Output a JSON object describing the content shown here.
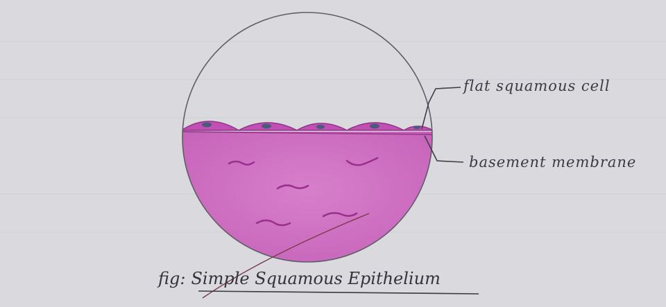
{
  "diagram": {
    "labels": {
      "flat_squamous_cell": "flat squamous cell",
      "basement_membrane": "basement membrane"
    },
    "caption": {
      "prefix": "fig:",
      "title": "Simple Squamous Epithelium"
    },
    "colors": {
      "paper": "#d9d9de",
      "tissue": "#cf6fc2",
      "tissue_dark": "#b24aa6",
      "cell": "#c24fb4",
      "nucleus": "#4b5a7a",
      "ink": "#3a3a46",
      "outline": "#55555f"
    },
    "icons": {
      "cell": "flat-squamous-cell-icon",
      "fiber": "connective-fiber-icon"
    }
  }
}
